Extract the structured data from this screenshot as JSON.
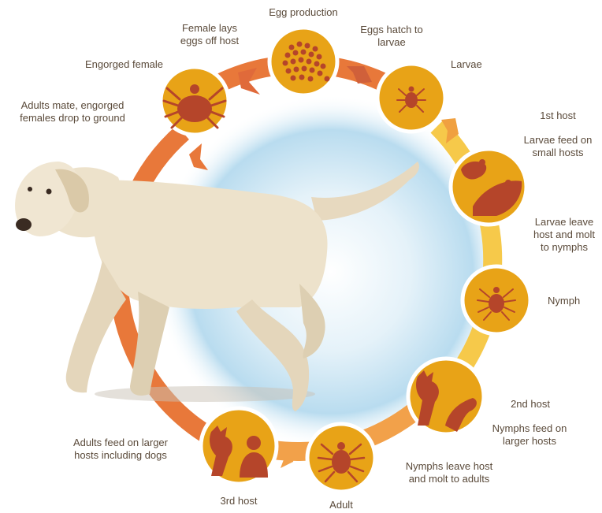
{
  "diagram": {
    "colors": {
      "node_fill": "#e8a317",
      "node_ring": "#ffffff",
      "icon": "#b5452a",
      "ring_orange": "#e8783a",
      "ring_yellow": "#f6c94a",
      "halo": "#8fc8e6"
    },
    "stages": [
      {
        "icon": "engorged-female-tick-icon",
        "labels": [
          "Engorged female"
        ]
      },
      {
        "icon": "eggs-icon",
        "labels": [
          "Egg production"
        ]
      },
      {
        "icon": "larva-icon",
        "labels": [
          "Larvae"
        ]
      },
      {
        "icon": "small-host-icon",
        "labels": [
          "1st host",
          "Larvae feed on small hosts"
        ]
      },
      {
        "icon": "nymph-icon",
        "labels": [
          "Nymph"
        ]
      },
      {
        "icon": "deer-and-human-icon",
        "labels": [
          "2nd host",
          "Nymphs feed on larger hosts"
        ]
      },
      {
        "icon": "adult-tick-icon",
        "labels": [
          "Adult"
        ]
      },
      {
        "icon": "deer-and-human-icon",
        "labels": [
          "3rd host",
          "Adults feed on larger hosts including dogs"
        ]
      }
    ],
    "transitions": [
      "Female lays eggs off host",
      "Eggs hatch to larvae",
      "Larvae leave host and molt to nymphs",
      "Nymphs leave host and molt to adults",
      "Adults mate, engorged females drop to ground"
    ],
    "photo": {
      "subject": "dog"
    }
  }
}
